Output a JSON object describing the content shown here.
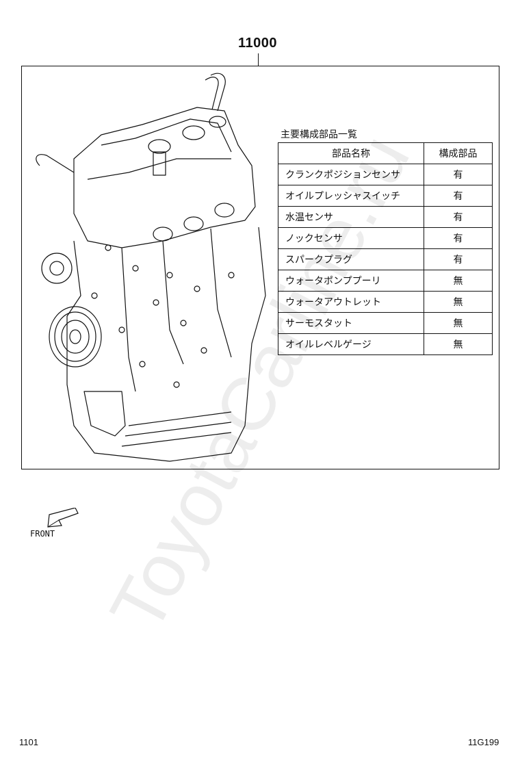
{
  "part_number": "11000",
  "table": {
    "title": "主要構成部品一覧",
    "headers": [
      "部品名称",
      "構成部品"
    ],
    "rows": [
      {
        "name": "クランクポジションセンサ",
        "flag": "有"
      },
      {
        "name": "オイルプレッシャスイッチ",
        "flag": "有"
      },
      {
        "name": "水温センサ",
        "flag": "有"
      },
      {
        "name": "ノックセンサ",
        "flag": "有"
      },
      {
        "name": "スパークプラグ",
        "flag": "有"
      },
      {
        "name": "ウォータポンププーリ",
        "flag": "無"
      },
      {
        "name": "ウォータアウトレット",
        "flag": "無"
      },
      {
        "name": "サーモスタット",
        "flag": "無"
      },
      {
        "name": "オイルレベルゲージ",
        "flag": "無"
      }
    ]
  },
  "front_label": "FRONT",
  "footer": {
    "left": "1101",
    "right": "11G199"
  },
  "watermark": "ToyotaCarline.ru"
}
